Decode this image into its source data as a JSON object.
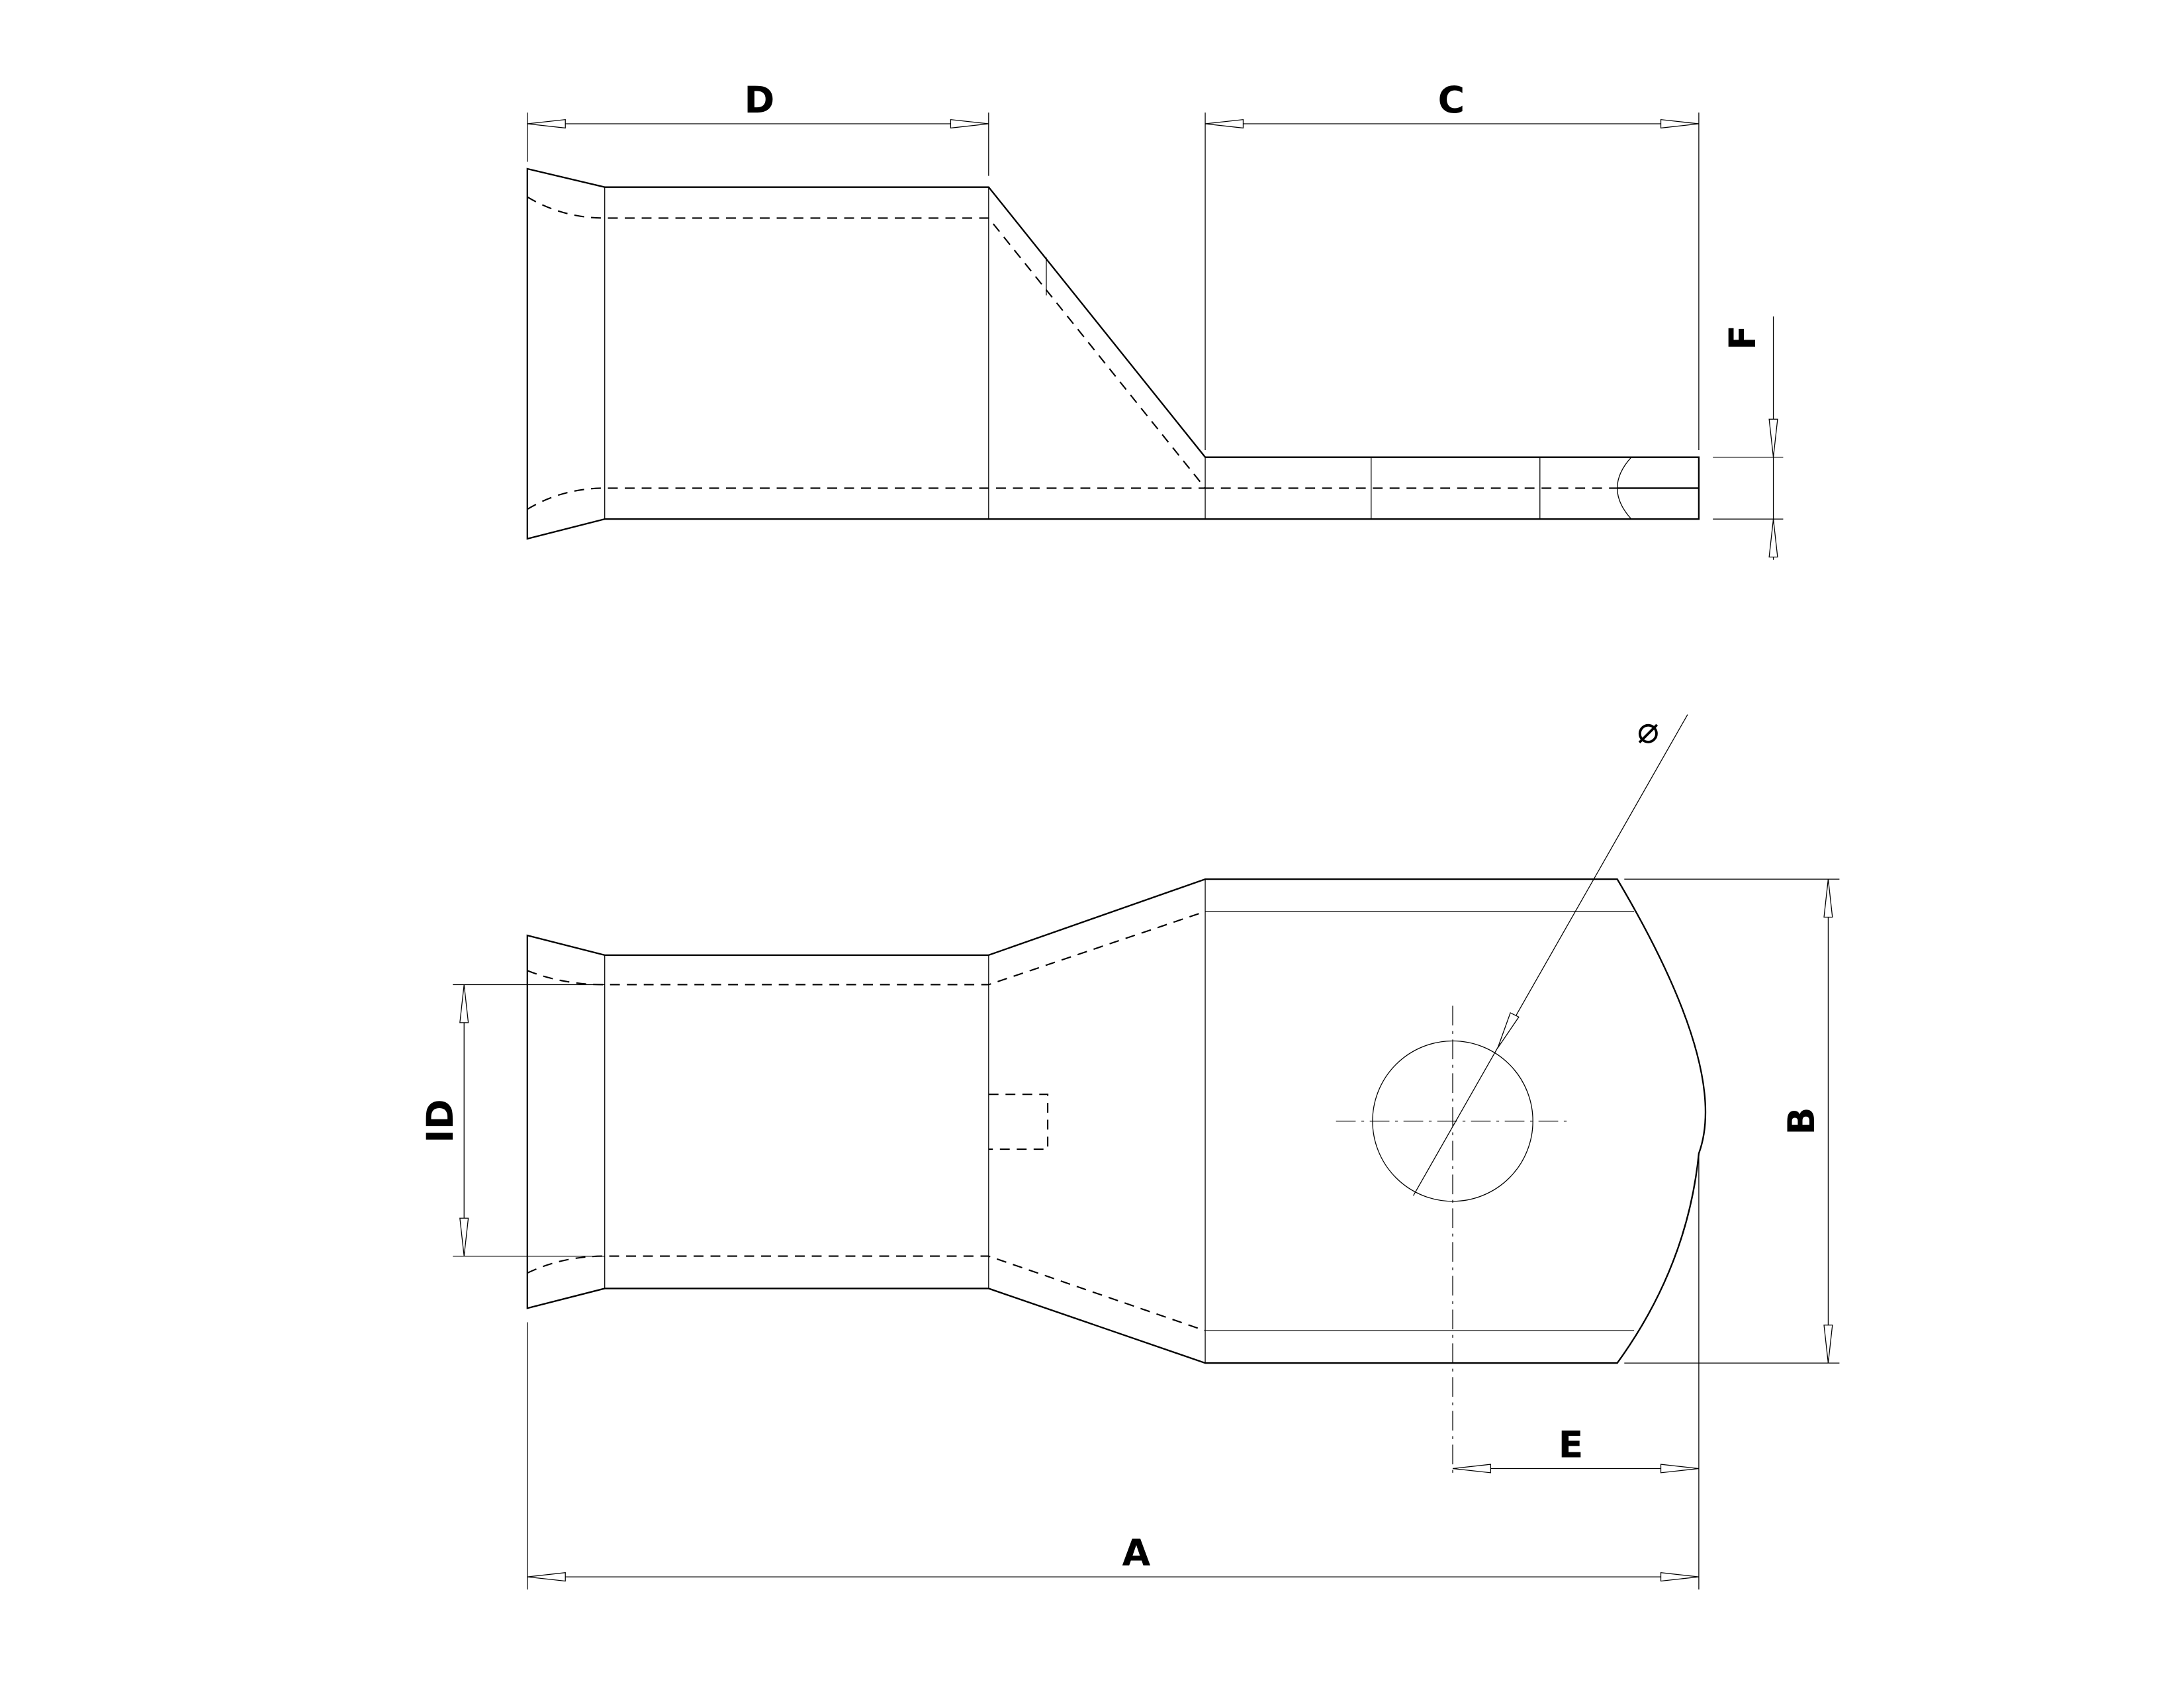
{
  "labels": {
    "A": "A",
    "B": "B",
    "C": "C",
    "D": "D",
    "E": "E",
    "F": "F",
    "ID": "ID",
    "diameter": "⌀"
  }
}
